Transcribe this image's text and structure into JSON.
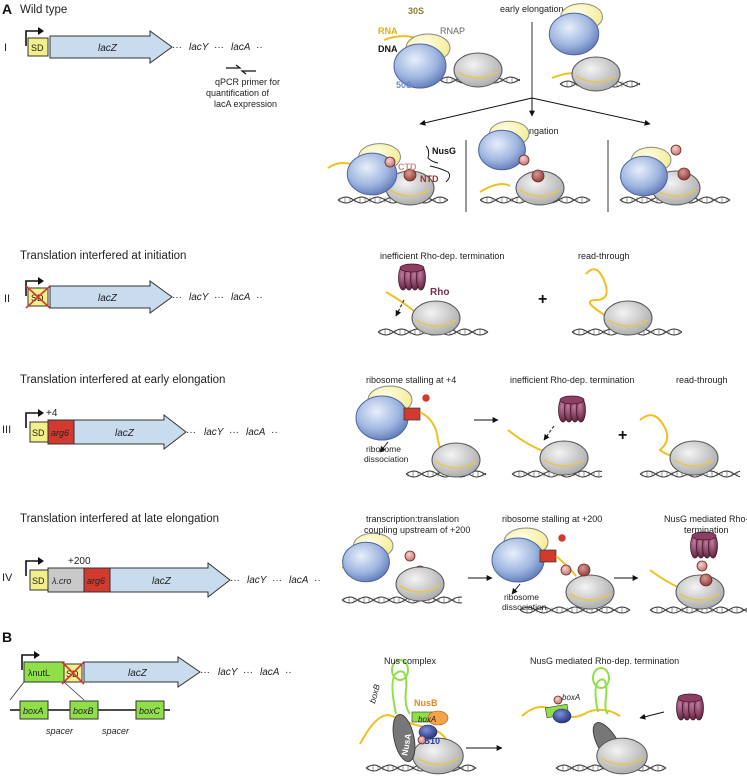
{
  "panels": {
    "a_letter": "A",
    "b_letter": "B"
  },
  "rows": {
    "wildtype": {
      "title": "Wild type",
      "roman": "I",
      "primer_note": [
        "qPCR primer for",
        "quantification of",
        "lacA expression"
      ],
      "early_label": "early elongation",
      "late_label": "late elongation",
      "labels": {
        "s30": "30S",
        "rna": "RNA",
        "rnap": "RNAP",
        "dna": "DNA",
        "s50": "50S",
        "nusg": "NusG",
        "ctd": "CTD",
        "ntd": "NTD"
      }
    },
    "initiation": {
      "title": "Translation interfered at initiation",
      "roman": "II",
      "scene_labels": [
        "inefficient Rho-dep. termination",
        "read-through"
      ],
      "rho": "Rho",
      "plus": "+"
    },
    "early": {
      "title": "Translation interfered at early elongation",
      "roman": "III",
      "pos": "+4",
      "scene_labels": [
        "ribosome stalling at +4",
        "inefficient Rho-dep. termination",
        "read-through"
      ],
      "dissociation": [
        "ribosome",
        "dissociation"
      ],
      "plus": "+"
    },
    "late": {
      "title": "Translation interfered at late elongation",
      "roman": "IV",
      "pos": "+200",
      "scene_labels": [
        [
          "transcription:translation",
          "coupling upstream of +200"
        ],
        [
          "ribosome stalling at +200"
        ],
        [
          "NusG mediated Rho-dep.",
          "termination"
        ]
      ],
      "dissociation": [
        "ribosome",
        "dissociation"
      ]
    },
    "nus": {
      "scene_labels": [
        "Nus complex",
        "NusG mediated Rho-dep. termination"
      ],
      "boxes": [
        "boxA",
        "boxB",
        "boxC"
      ],
      "spacers": [
        "spacer",
        "spacer"
      ],
      "labels": {
        "boxB": "boxB",
        "nusB": "NusB",
        "boxA": "boxA",
        "nusA": "NusA",
        "s10": "S10",
        "boxA2": "boxA"
      }
    }
  },
  "gene": {
    "sd": "SD",
    "lacz": "lacZ",
    "lacy": "lacY",
    "laca": "lacA",
    "dots": "···",
    "tail": "··",
    "arg6": "arg6",
    "cro": "λ.cro",
    "nutl": "λnutL",
    "arg_small": "arg6"
  },
  "colors": {
    "sd": "#f3f08a",
    "gene": "#c8dcee",
    "arg": "#d23a2f",
    "rna": "#f0c020",
    "rnap": "#cfcfcf",
    "ribo": "#9fb6e0",
    "rho": "#7a2e4e",
    "nusg": "#c9766e",
    "green": "#8fe048",
    "nusa": "#777777",
    "s10": "#2c3f9a"
  }
}
